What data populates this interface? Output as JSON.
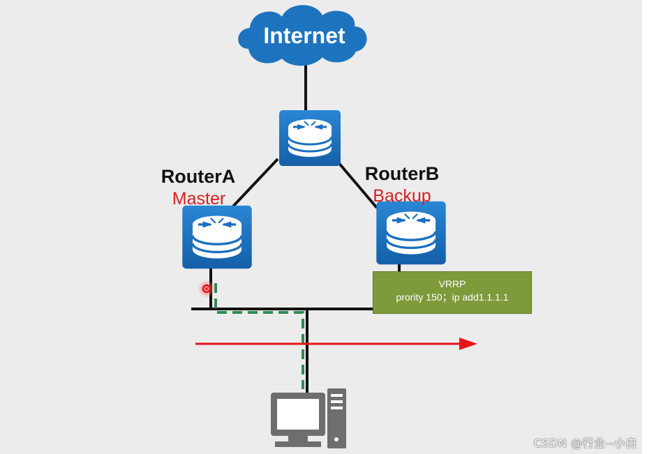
{
  "internet": {
    "label": "Internet"
  },
  "router_a": {
    "name": "RouterA",
    "role": "Master"
  },
  "router_b": {
    "name": "RouterB",
    "role": "Backup"
  },
  "vrrp": {
    "title": "VRRP",
    "config": "prority 150；ip add1.1.1.1"
  },
  "watermark": "CSDN @行业--小白",
  "colors": {
    "cloud": "#1e73be",
    "router": "#1a6fc0",
    "vrrp_box": "#7f9a3a",
    "role_text": "#d62020",
    "arrow": "#e8141b",
    "dashed_path": "#2e8b57",
    "link": "#111111"
  }
}
